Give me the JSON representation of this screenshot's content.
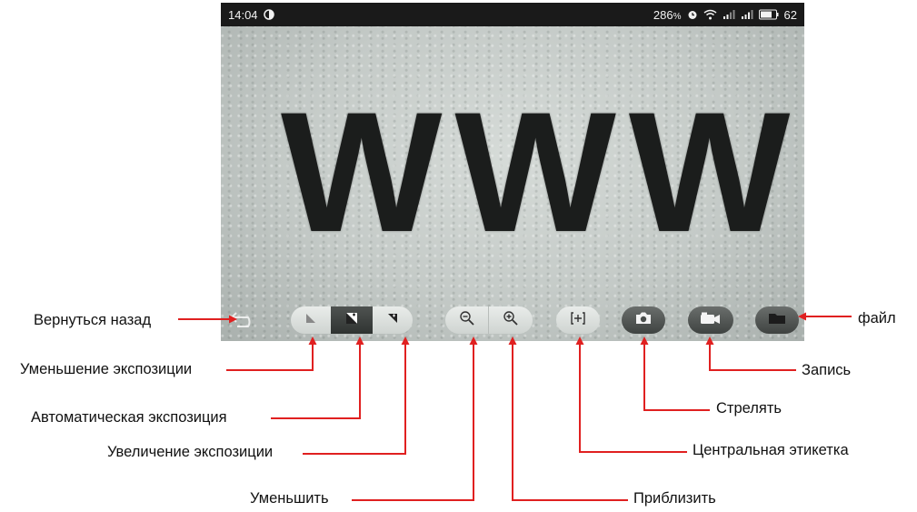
{
  "status_bar": {
    "time": "14:04",
    "right_text": "286",
    "speed_unit": "%",
    "battery": "62"
  },
  "viewport": {
    "specimen_text": "WWW"
  },
  "toolbar": {
    "icons": {
      "back": "back-arrow-icon",
      "exposure_down": "exposure-decrease-icon",
      "exposure_auto": "exposure-auto-icon",
      "exposure_up": "exposure-increase-icon",
      "zoom_out": "zoom-out-icon",
      "zoom_in": "zoom-in-icon",
      "center_mark": "crosshair-icon",
      "shoot": "camera-icon",
      "record": "video-camera-icon",
      "file": "folder-icon"
    }
  },
  "annotations": {
    "back": "Вернуться назад",
    "exposure_down": "Уменьшение экспозиции",
    "exposure_auto": "Автоматическая экспозиция",
    "exposure_up": "Увеличение экспозиции",
    "zoom_out": "Уменьшить",
    "zoom_in": "Приблизить",
    "center_mark": "Центральная этикетка",
    "shoot": "Стрелять",
    "record": "Запись",
    "file": "файл"
  },
  "colors": {
    "leader_line": "#e02020",
    "status_bar": "#1a1a1a",
    "button_light": "#dde1df",
    "button_dark": "#4a4e4c"
  }
}
